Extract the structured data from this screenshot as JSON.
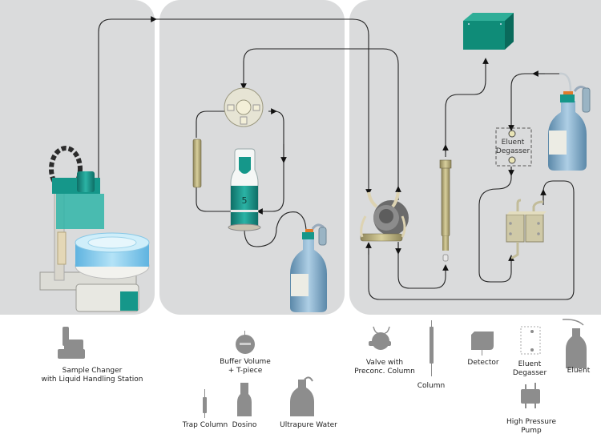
{
  "diagram": {
    "title": "Inline ultrafiltration / preconcentration IC system flow diagram",
    "panels": [
      {
        "id": "sample-changer-panel",
        "label": ""
      },
      {
        "id": "dosino-panel",
        "label": ""
      },
      {
        "id": "ic-panel",
        "label": ""
      }
    ],
    "dosino_number": "5",
    "degasser_label": "Eluent\nDegasser",
    "colors": {
      "panel_bg": "#dadbdc",
      "teal": "#15978a",
      "detector": "#0f8c78",
      "brass": "#b8ae7a",
      "tubing": "#222222"
    }
  },
  "legend": {
    "items": [
      {
        "name": "sample-changer",
        "label": "Sample Changer\nwith Liquid Handling Station"
      },
      {
        "name": "buffer-volume",
        "label": "Buffer Volume\n+ T-piece"
      },
      {
        "name": "trap-column",
        "label": "Trap Column"
      },
      {
        "name": "dosino",
        "label": "Dosino"
      },
      {
        "name": "ultrapure-water",
        "label": "Ultrapure Water"
      },
      {
        "name": "valve-preconc",
        "label": "Valve with\nPreconc. Column"
      },
      {
        "name": "column",
        "label": "Column"
      },
      {
        "name": "detector",
        "label": "Detector"
      },
      {
        "name": "eluent-degasser",
        "label": "Eluent\nDegasser"
      },
      {
        "name": "eluent",
        "label": "Eluent"
      },
      {
        "name": "high-pressure-pump",
        "label": "High Pressure\nPump"
      }
    ]
  }
}
